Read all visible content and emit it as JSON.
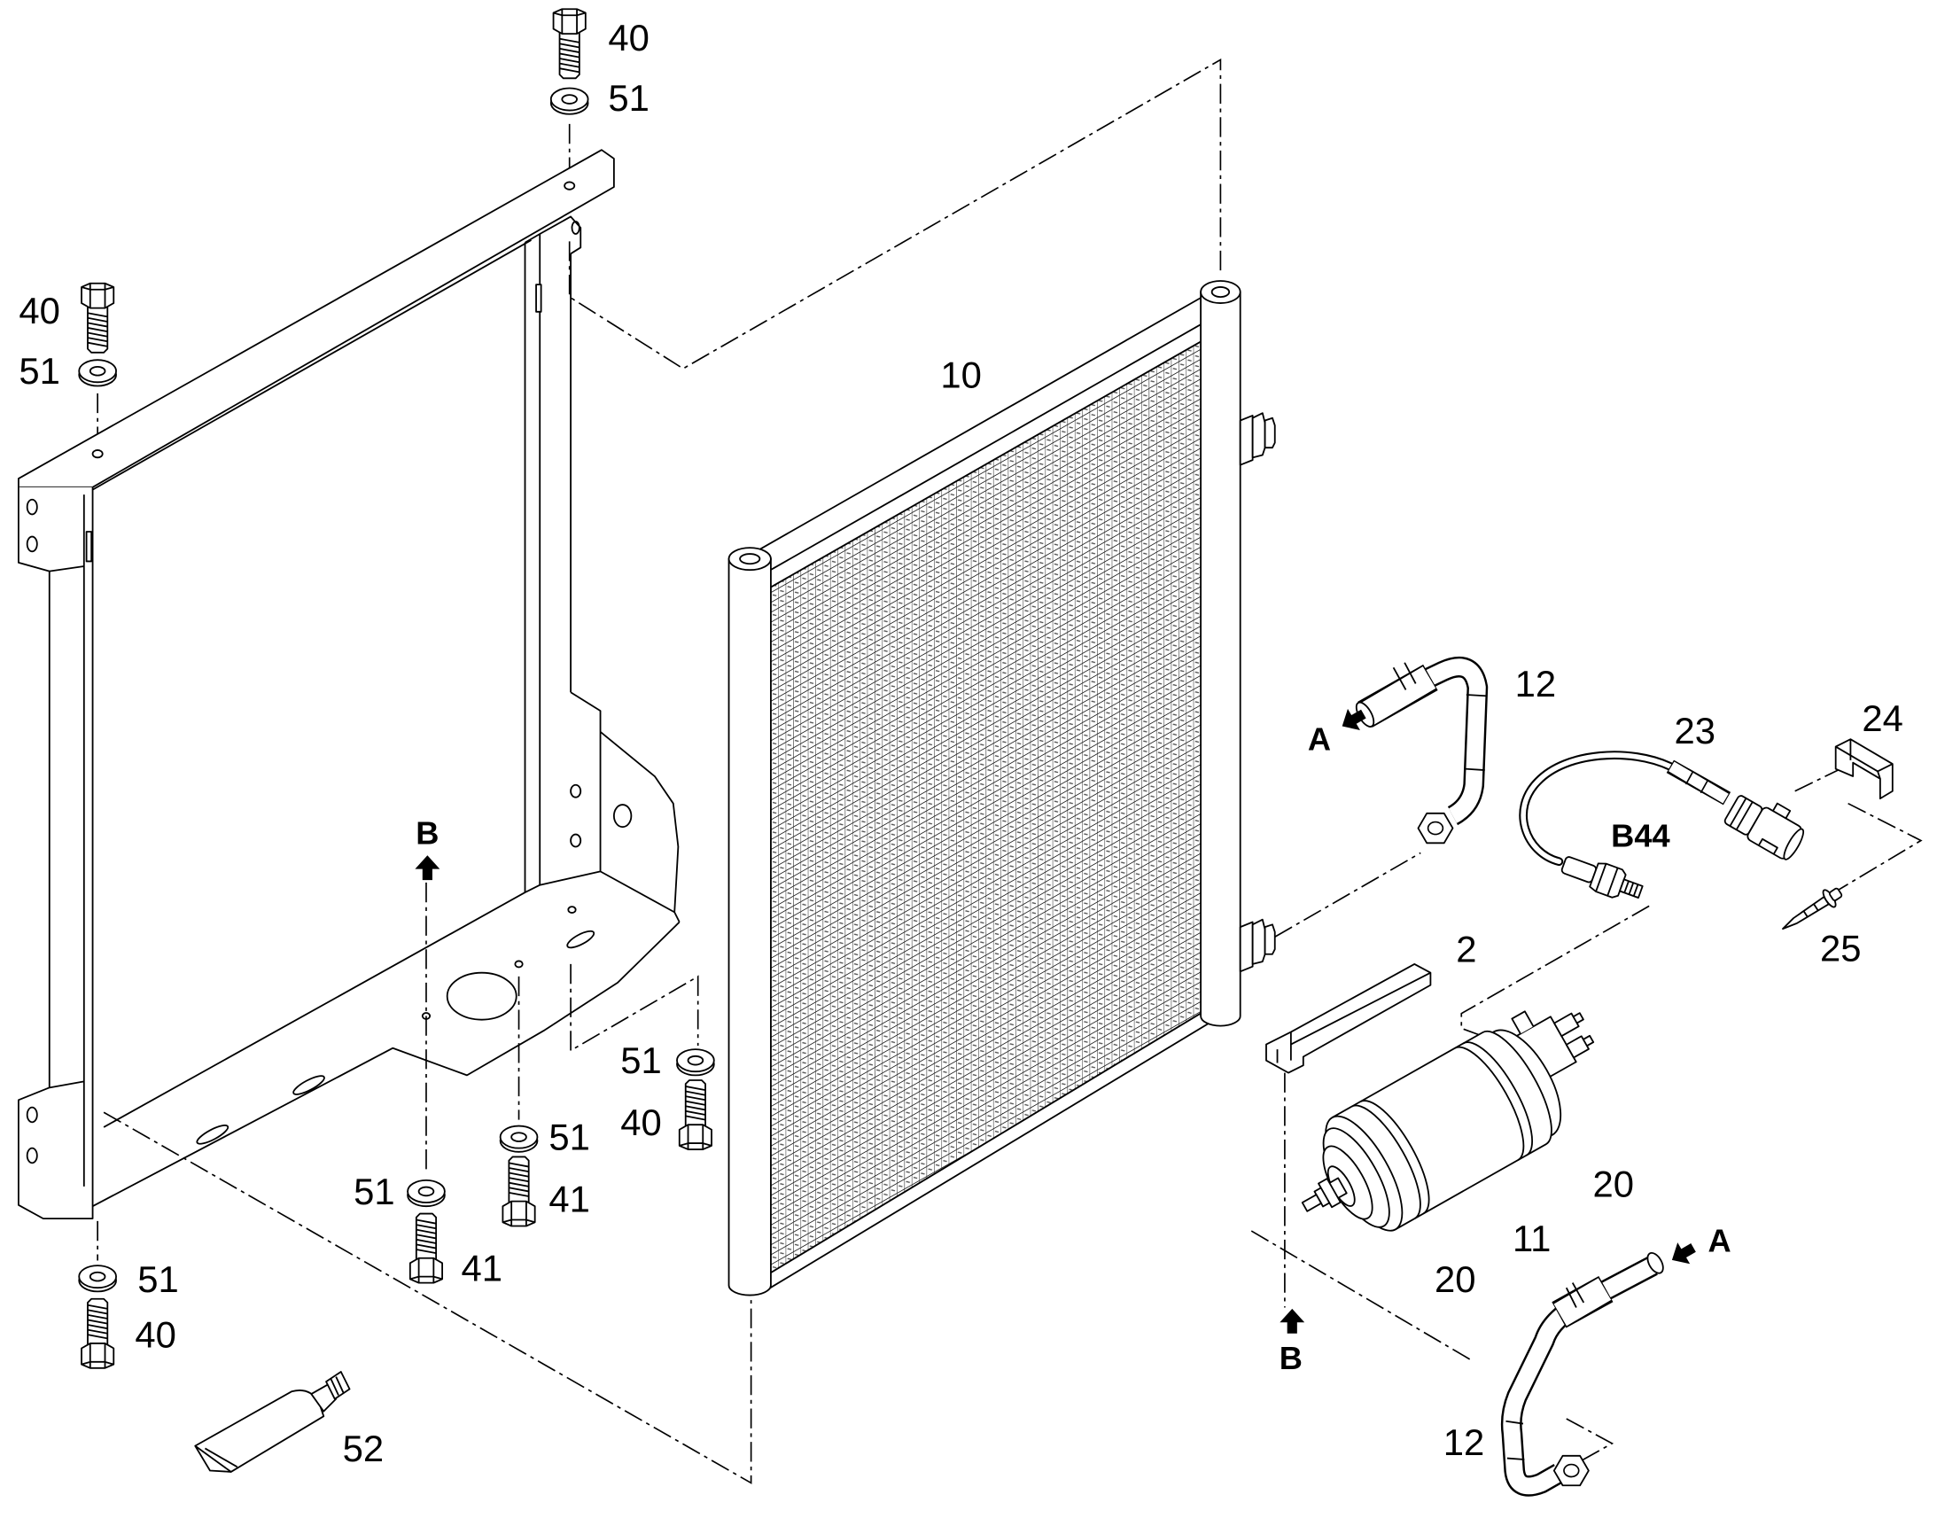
{
  "labels": {
    "top_bolt": "40",
    "top_washer": "51",
    "left_bolt": "40",
    "left_washer": "51",
    "condenser": "10",
    "upper_pipe": "12",
    "upper_pipe_ref": "A",
    "sensor_cable": "23",
    "connector_clip": "24",
    "pressure_sensor": "B44",
    "frame_ref_b": "B",
    "drier_bracket": "2",
    "pin": "25",
    "right_washer": "51",
    "right_bolt": "40",
    "mid_washer": "51",
    "mid_bolt": "41",
    "low_washer": "51",
    "low_bolt": "41",
    "drier_band_right": "20",
    "drier": "11",
    "drier_band_left": "20",
    "lower_pipe_ref": "A",
    "drier_ref_b": "B",
    "bottom_washer": "51",
    "bottom_bolt": "40",
    "lower_pipe": "12",
    "tube": "52"
  }
}
